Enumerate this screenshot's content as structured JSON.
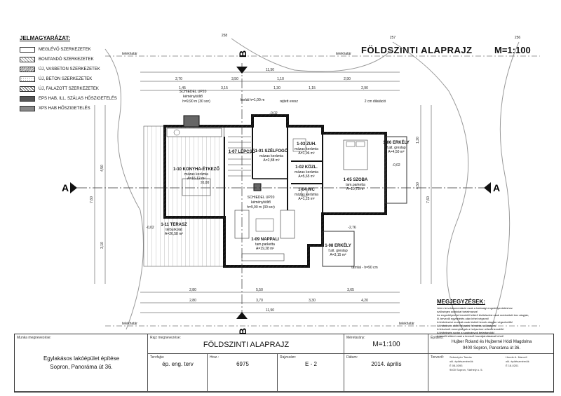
{
  "header": {
    "title": "FÖLDSZINTI ALAPRAJZ",
    "scale": "M=1:100"
  },
  "legend": {
    "title": "JELMAGYARÁZAT:",
    "items": [
      {
        "label": "MEGLÉVŐ SZERKEZETEK",
        "fill": "#ffffff"
      },
      {
        "label": "BONTANDÓ SZERKEZETEK",
        "fill": "#ffffff"
      },
      {
        "label": "ÚJ, VASBETON SZERKEZETEK",
        "fill": "#dddddd"
      },
      {
        "label": "ÚJ, BETON SZERKEZETEK",
        "fill": "#eeeeee"
      },
      {
        "label": "ÚJ, FALAZOTT SZERKEZETEK",
        "fill": "#bbbbbb"
      },
      {
        "label": "EPS HAB, ILL. SZÁLAS HŐSZIGETELÉS",
        "fill": "#555555"
      },
      {
        "label": "XPS HAB HŐSZIGETELÉS",
        "fill": "#888888"
      }
    ]
  },
  "sections": {
    "a": "A",
    "b": "B"
  },
  "property_line": "telekhatár",
  "contours": [
    "258",
    "257",
    "256"
  ],
  "rooms": [
    {
      "id": "1-01",
      "name": "SZÉLFOGÓ",
      "floor": "mázas kerámia",
      "area": "A=2,88 m²"
    },
    {
      "id": "1-02",
      "name": "KÖZL.",
      "floor": "mázas kerámia",
      "area": "A=5,65 m²"
    },
    {
      "id": "1-03",
      "name": "ZUH.",
      "floor": "mázas kerámia",
      "area": "A=1,96 m²"
    },
    {
      "id": "1-04",
      "name": "WC",
      "floor": "mázas kerámia",
      "area": "A=1,25 m²"
    },
    {
      "id": "1-05",
      "name": "SZOBA",
      "floor": "tam.parketta",
      "area": "A=10,73 m²"
    },
    {
      "id": "1-06",
      "name": "ERKÉLY",
      "floor": "f.alt. greslap",
      "area": "A=4,50 m²"
    },
    {
      "id": "1-07",
      "name": "LÉPCSŐ",
      "floor": "",
      "area": ""
    },
    {
      "id": "1-08",
      "name": "ERKÉLY",
      "floor": "f.alt. greslap",
      "area": "A=3,15 m²"
    },
    {
      "id": "1-09",
      "name": "NAPPALI",
      "floor": "tam.parketta",
      "area": "A=19,28 m²"
    },
    {
      "id": "1-10",
      "name": "KONYHA-ÉTKEZŐ",
      "floor": "mázas kerámia",
      "area": "A=16,12 m²"
    },
    {
      "id": "1-11",
      "name": "TERASZ",
      "floor": "térburkolat",
      "area": "A=26,58 m²"
    }
  ],
  "annotations": {
    "chimney1": "SCHIEDEL UP20",
    "chimney1b": "kéményköltő",
    "chimney1c": "h=9,90 m (30 sor)",
    "chimney2": "SCHIEDEL UP20",
    "chimney2b": "kéményköltő",
    "chimney2c": "h=9,90 m (30 sor)",
    "korlat": "korlát h=1,00 m",
    "ereszt": "rejtett eresz",
    "dilatacio": "2 cm dilatáció",
    "tamfal": "támfal - h=90 cm",
    "lev1": "-0,02",
    "lev2": "±0,00",
    "lev3": "-0,02",
    "lev4": "-2,76",
    "lev5": "-0,02"
  },
  "dims_top": [
    "11,50",
    "2,70",
    "3,50",
    "1,10",
    "2,90",
    "1,45",
    "3,15",
    "1,30",
    "1,15",
    "2,90"
  ],
  "dims_bottom": [
    "11,50",
    "2,80",
    "5,50",
    "3,65",
    "2,80",
    "3,70",
    "3,30",
    "4,20"
  ],
  "dims_left": [
    "7,60",
    "4,50",
    "3,10"
  ],
  "dims_right": [
    "7,60",
    "1,20",
    "4,50"
  ],
  "notes": {
    "title": "MEGJEGYZÉSEK:",
    "lines": [
      "Jelen tervdokumentáció csak a hatósági engedélyeztetéshez",
      "szükséges adatokat tartalmazza!",
      "Az engedélyezési tervektől eltérő kivitelezést csak módosított terv alapján,",
      "ill. tervezői egyeztetés után lehet végezni!",
      "A kivitelezési munkák csak kiviteli tervek alapján végezhetők!",
      "A kivitelezés előtt helyszíni felmérés szükséges!",
      "A felszínelt mennyiségek a helyszínen ellenőrizendők!",
      "A kivitelezés során a szabványok betartandók!",
      "A tervtől eltérni csak a tervező hozzájárulásával lehet!"
    ]
  },
  "titleblock": {
    "munka_label": "Munka megnevezése:",
    "munka_value1": "Egylakásos lakóépület építése",
    "munka_value2": "Sopron, Panoráma út 36.",
    "rajz_label": "Rajz megnevezése:",
    "rajz_value": "FÖLDSZINTI ALAPRAJZ",
    "meretarany_label": "Méretarány:",
    "meretarany_value": "M=1:100",
    "epitteto_label": "Építtető:",
    "epitteto_value1": "Hujber Roland és Hujberné Hódi Magdolna",
    "epitteto_value2": "9400 Sopron, Panoráma út 36.",
    "tervfajta_label": "Tervfajta:",
    "tervfajta_value": "ép. eng. terv",
    "hrsz_label": "Hrsz.:",
    "hrsz_value": "6975",
    "rajzszam_label": "Rajzszám:",
    "rajzszam_value": "E - 2",
    "datum_label": "Dátum:",
    "datum_value": "2014. április",
    "tervezo_label": "Tervező:",
    "tervezo1_name": "Sebestyén Tamás",
    "tervezo1_title": "okl. építészmérnök",
    "tervezo1_no": "É 08-0393",
    "tervezo1_addr": "9400 Sopron, Várhely u. 5.",
    "tervezo2_name": "Hende A. Marcell",
    "tervezo2_title": "okl. építészmérnök",
    "tervezo2_no": "É 18-0201"
  }
}
